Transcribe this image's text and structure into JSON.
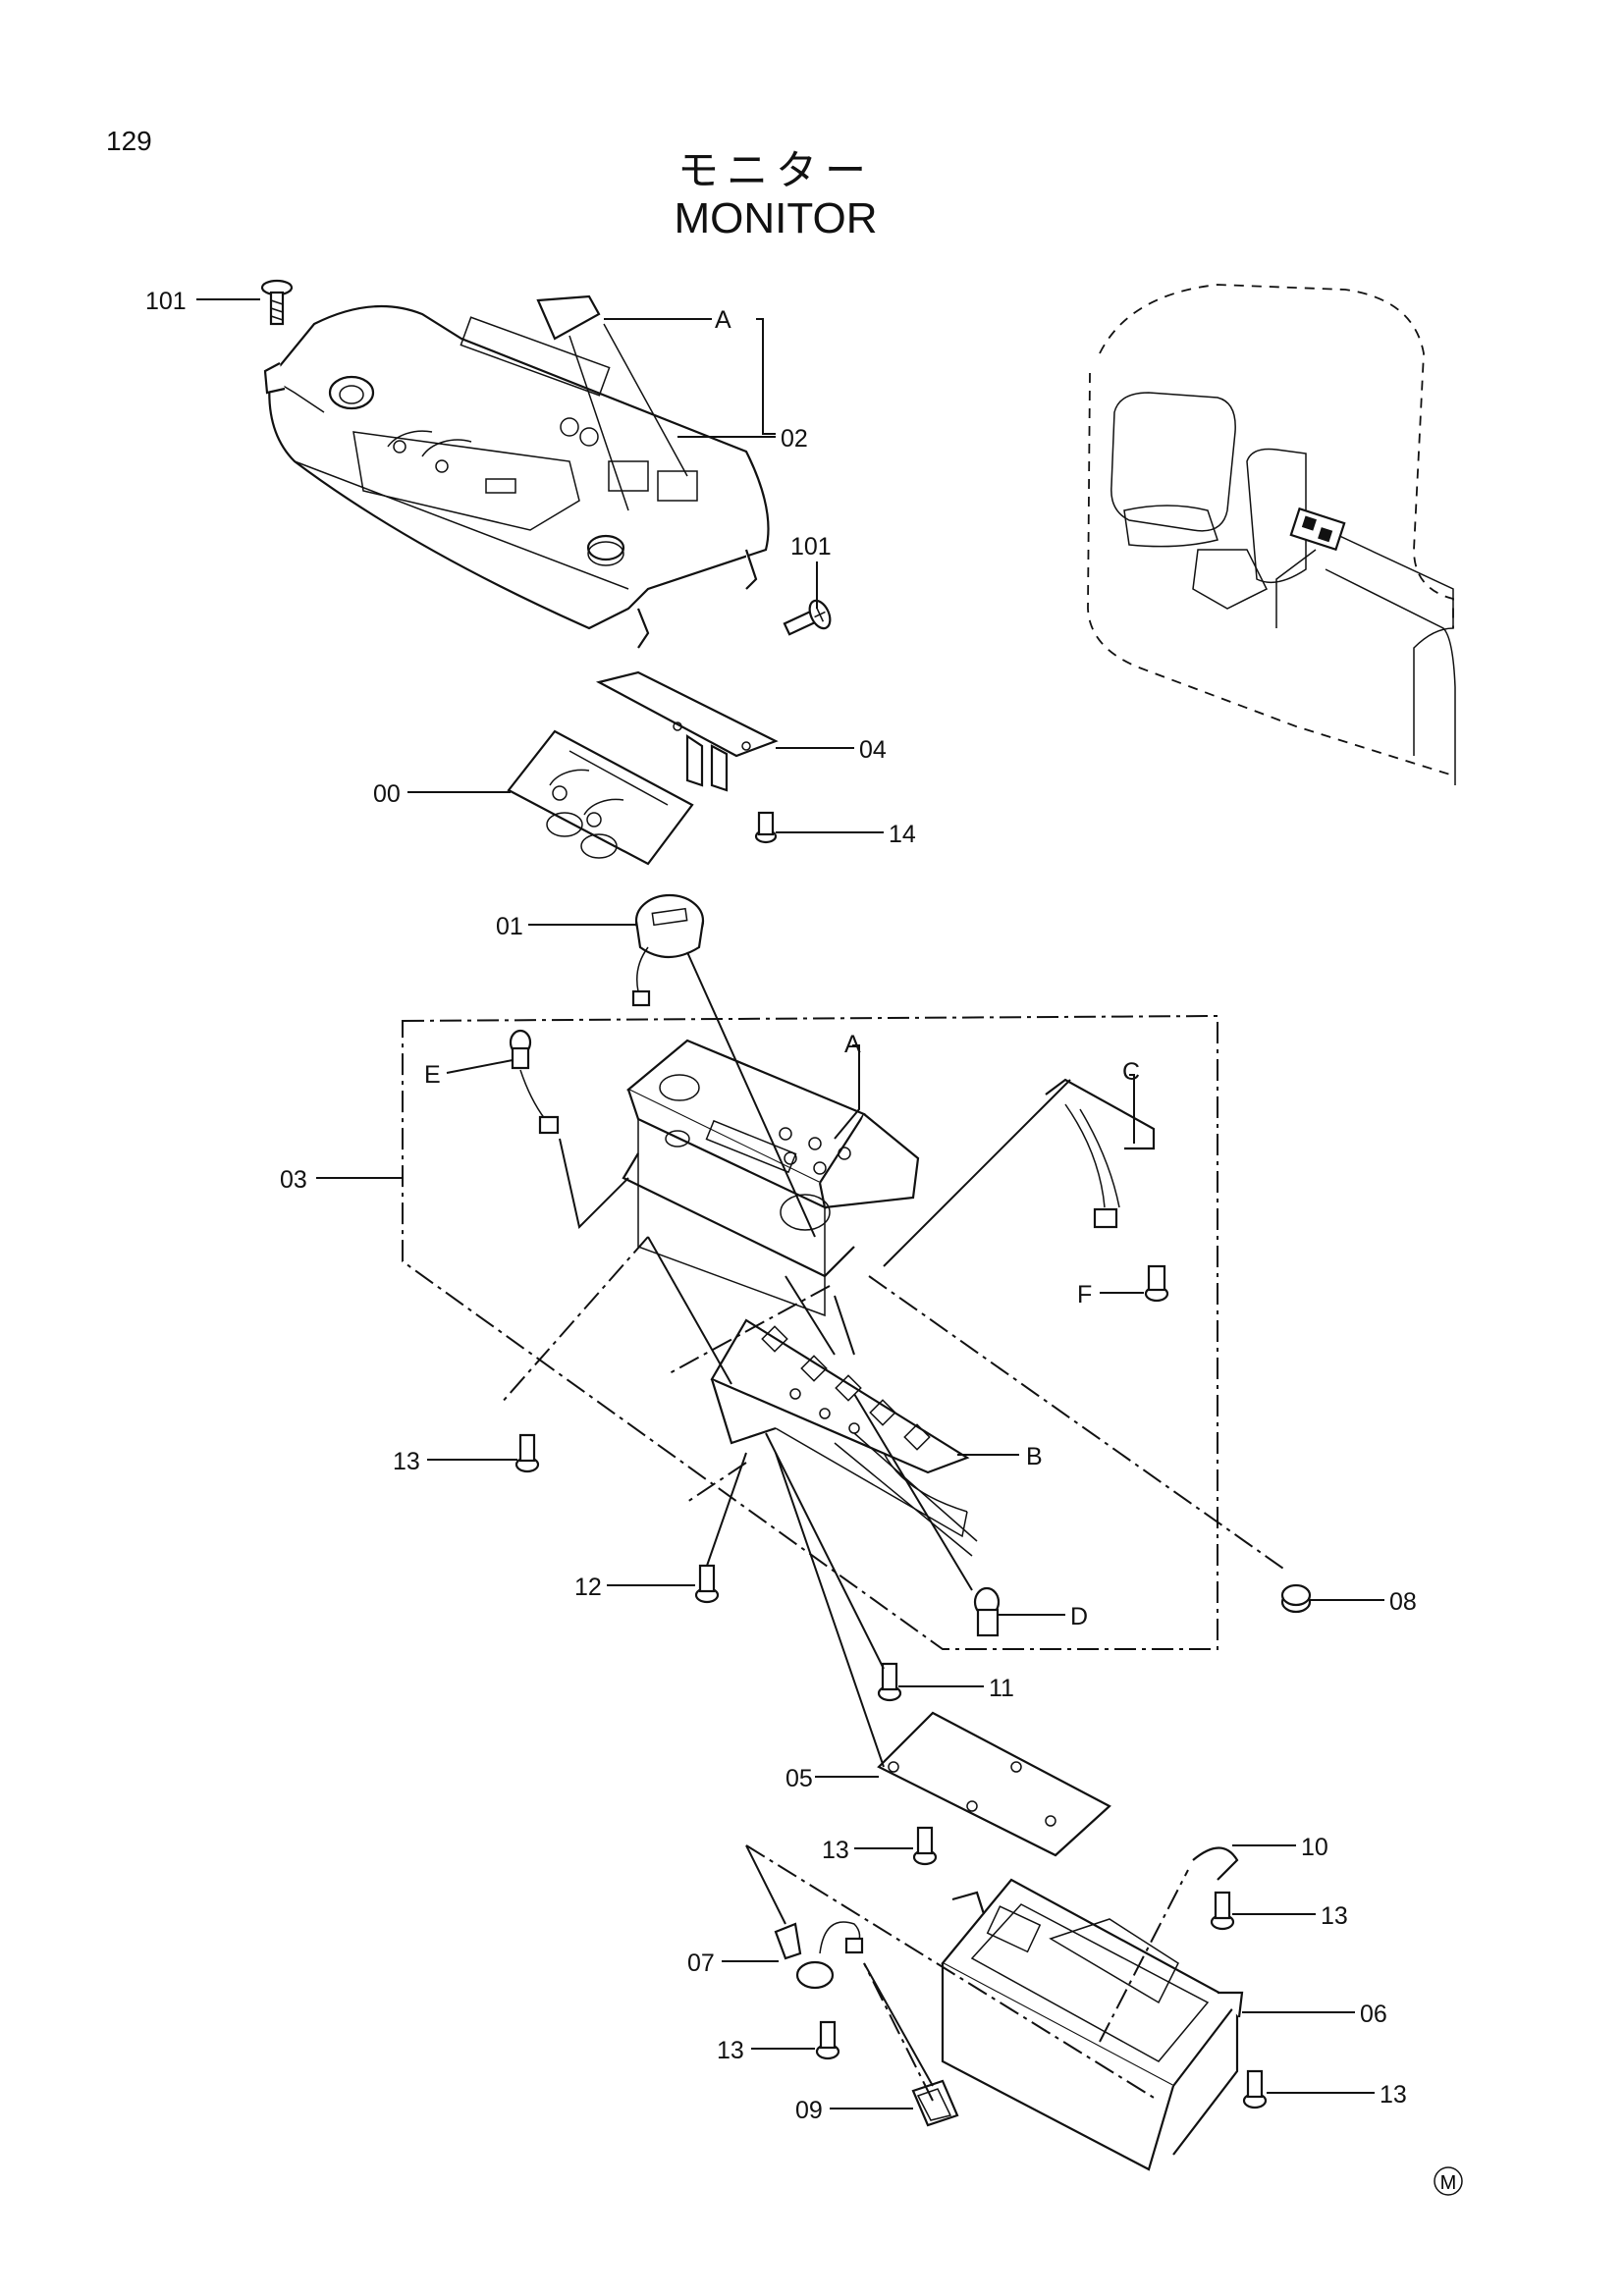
{
  "page_number": "129",
  "title_jp": "モニター",
  "title_en": "MONITOR",
  "callouts": {
    "c101a": "101",
    "cA1": "A",
    "c02": "02",
    "c101b": "101",
    "c04": "04",
    "c00": "00",
    "c14": "14",
    "c01": "01",
    "cE": "E",
    "cA2": "A",
    "cC": "C",
    "c03": "03",
    "cF": "F",
    "c13a": "13",
    "cB": "B",
    "c12": "12",
    "c08": "08",
    "cD": "D",
    "c11": "11",
    "c05": "05",
    "c13b": "13",
    "c10": "10",
    "c13c": "13",
    "c07": "07",
    "c06": "06",
    "c13d": "13",
    "c09": "09",
    "c13e": "13"
  },
  "manufacturer_mark": "M"
}
